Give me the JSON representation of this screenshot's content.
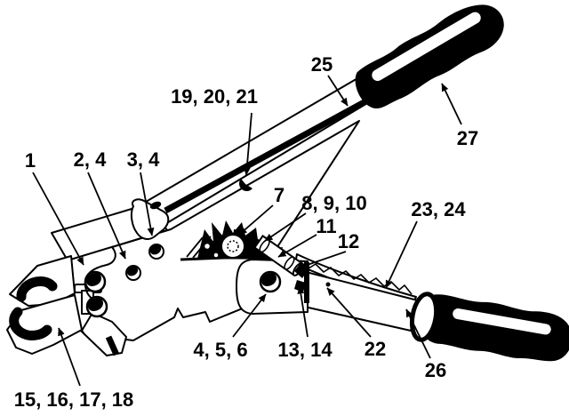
{
  "diagram": {
    "subject": "crimping-tool-parts-diagram",
    "background_color": "#ffffff",
    "line_color": "#000000",
    "callouts": [
      {
        "label": "1"
      },
      {
        "label": "2, 4"
      },
      {
        "label": "3, 4"
      },
      {
        "label": "19, 20, 21"
      },
      {
        "label": "25"
      },
      {
        "label": "27"
      },
      {
        "label": "7"
      },
      {
        "label": "8, 9, 10"
      },
      {
        "label": "11"
      },
      {
        "label": "12"
      },
      {
        "label": "23, 24"
      },
      {
        "label": "4, 5, 6"
      },
      {
        "label": "13, 14"
      },
      {
        "label": "22"
      },
      {
        "label": "26"
      },
      {
        "label": "15, 16, 17, 18"
      }
    ]
  }
}
